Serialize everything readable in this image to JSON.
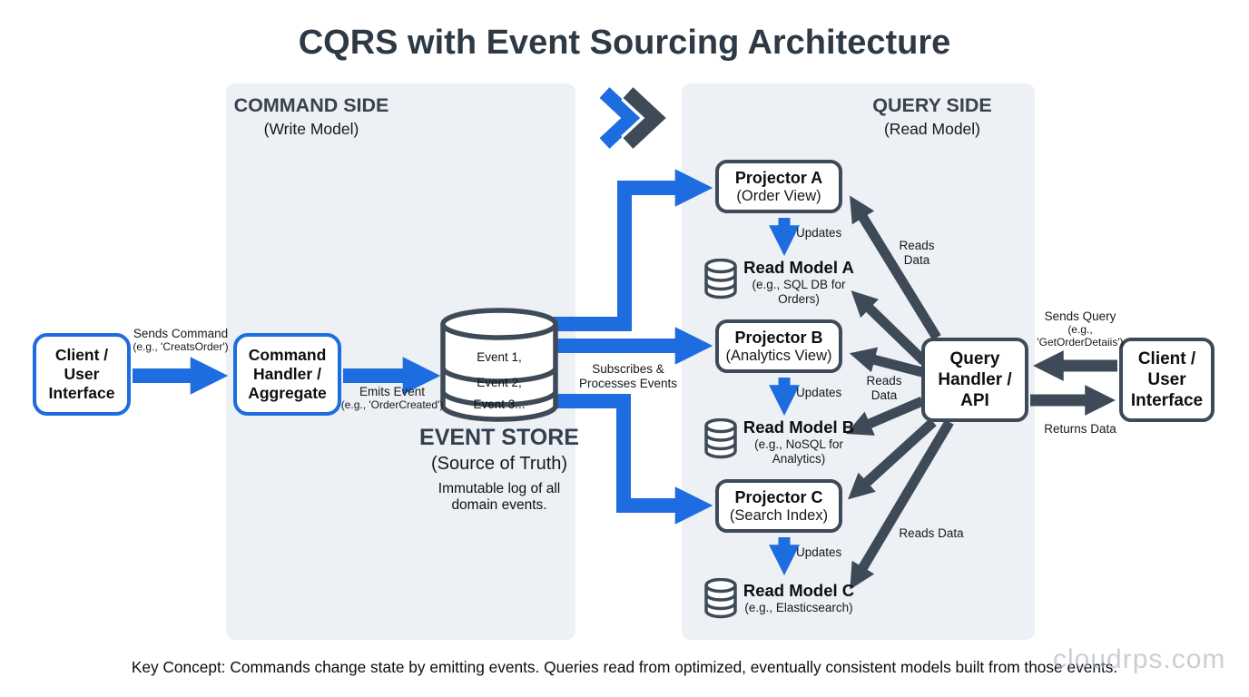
{
  "title": "CQRS with Event Sourcing Architecture",
  "command_side": {
    "heading": "COMMAND SIDE",
    "subheading": "(Write Model)",
    "client_box": [
      "Client /",
      "User",
      "Interface"
    ],
    "sends_command": {
      "line1": "Sends Command",
      "line2": "(e.g., 'CreatsOrder')"
    },
    "command_handler_box": [
      "Command",
      "Handler /",
      "Aggregate"
    ],
    "emits_event": {
      "line1": "Emits Event",
      "line2": "(e.g., 'OrderCreated')"
    },
    "event_store": {
      "rows": [
        "Event 1,",
        "Event 2,",
        "Event 3..."
      ],
      "title": "EVENT STORE",
      "subtitle": "(Source of Truth)",
      "desc_line1": "Immutable log of all",
      "desc_line2": "domain events."
    }
  },
  "middle": {
    "subscribes_line1": "Subscribes &",
    "subscribes_line2": "Processes Events"
  },
  "query_side": {
    "heading": "QUERY SIDE",
    "subheading": "(Read Model)",
    "projectors": [
      {
        "name": "Projector A",
        "view": "(Order View)"
      },
      {
        "name": "Projector B",
        "view": "(Analytics View)"
      },
      {
        "name": "Projector C",
        "view": "(Search Index)"
      }
    ],
    "updates_label": "Updates",
    "read_models": [
      {
        "name": "Read Model A",
        "detail1": "(e.g., SQL DB for",
        "detail2": "Orders)"
      },
      {
        "name": "Read Model B",
        "detail1": "(e.g., NoSQL for",
        "detail2": "Analytics)"
      },
      {
        "name": "Read Model C",
        "detail1": "(e.g., Elasticsearch)"
      }
    ],
    "reads_data_top": {
      "line1": "Reads",
      "line2": "Data"
    },
    "reads_data_mid": {
      "line1": "Reads",
      "line2": "Data"
    },
    "reads_data_bottom": "Reads Data",
    "query_handler_box": [
      "Query",
      "Handler /",
      "API"
    ],
    "client_box": [
      "Client /",
      "User",
      "Interface"
    ],
    "sends_query": {
      "line1": "Sends Query",
      "line2": "(e.g.,",
      "line3": "'GetOrderDetaiis')"
    },
    "returns_data": "Returns Data"
  },
  "footer": {
    "key_concept": "Key Concept: Commands change state by emitting events. Queries read from optimized, eventually consistent models built from those events."
  },
  "watermark": "cloudrps.com",
  "colors": {
    "blue": "#1d6ce0",
    "slate": "#3e4a57",
    "panel": "#edf0f4"
  }
}
